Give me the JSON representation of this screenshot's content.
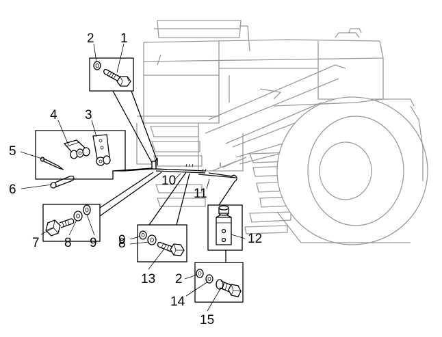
{
  "diagram": {
    "callouts": [
      "1",
      "2",
      "3",
      "4",
      "5",
      "6",
      "7",
      "8",
      "9",
      "10",
      "11",
      "12",
      "13",
      "2",
      "14",
      "15",
      "9",
      "8"
    ]
  },
  "colors": {
    "ink": "#000000",
    "machine_outline": "#9a9a9a",
    "background": "#ffffff"
  }
}
